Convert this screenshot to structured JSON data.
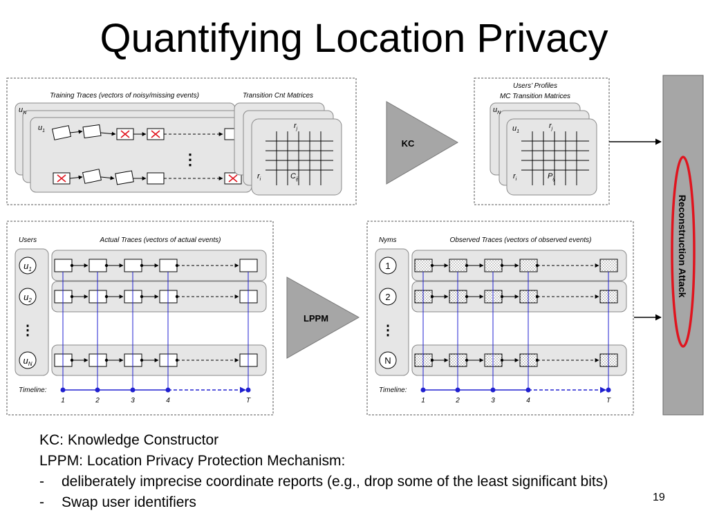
{
  "slide": {
    "title": "Quantifying Location Privacy",
    "page_number": "19"
  },
  "top_left_panel": {
    "caption_traces": "Training Traces (vectors of noisy/missing events)",
    "caption_matrices": "Transition Cnt Matrices",
    "stack_back_label": "u",
    "stack_back_sub": "N",
    "stack_front_label": "u",
    "stack_front_sub": "1",
    "ellipsis": "⋮",
    "matrix_col_label": "r",
    "matrix_col_sub": "j",
    "matrix_row_label": "r",
    "matrix_row_sub": "i",
    "matrix_cell_label": "C",
    "matrix_cell_sub": "ij"
  },
  "kc_triangle": {
    "label": "KC"
  },
  "profiles_panel": {
    "caption_line1": "Users’ Profiles",
    "caption_line2": "MC Transition Matrices",
    "stack_back_label": "u",
    "stack_back_sub": "N",
    "stack_front_label": "u",
    "stack_front_sub": "1",
    "matrix_col_label": "r",
    "matrix_col_sub": "j",
    "matrix_row_label": "r",
    "matrix_row_sub": "i",
    "matrix_cell_label": "P",
    "matrix_cell_sub": "ij"
  },
  "actual_panel": {
    "caption_left": "Users",
    "caption_main": "Actual Traces (vectors of actual events)",
    "rows": [
      {
        "label": "u",
        "sub": "1"
      },
      {
        "label": "u",
        "sub": "2"
      },
      {
        "label": "u",
        "sub": "N"
      }
    ],
    "ellipsis": "⋮",
    "timeline_label": "Timeline:",
    "ticks": [
      "1",
      "2",
      "3",
      "4",
      "T"
    ]
  },
  "lppm_triangle": {
    "label": "LPPM"
  },
  "observed_panel": {
    "caption_left": "Nyms",
    "caption_main": "Observed Traces (vectors of observed events)",
    "rows": [
      {
        "label": "1",
        "sub": ""
      },
      {
        "label": "2",
        "sub": ""
      },
      {
        "label": "N",
        "sub": ""
      }
    ],
    "ellipsis": "⋮",
    "timeline_label": "Timeline:",
    "ticks": [
      "1",
      "2",
      "3",
      "4",
      "T"
    ]
  },
  "attack_bar": {
    "label": "Reconstruction Attack"
  },
  "notes": {
    "line1": "KC: Knowledge Constructor",
    "line2": "LPPM: Location Privacy Protection Mechanism:",
    "bullets": [
      {
        "dash": "-",
        "text": "deliberately imprecise coordinate reports (e.g., drop some of the least significant bits)"
      },
      {
        "dash": "-",
        "text": "Swap user identifiers"
      }
    ]
  },
  "colors": {
    "panel_fill": "#e6e6e6",
    "timeline_blue": "#2020d0",
    "attack_bar_fill": "#a6a6a6",
    "triangle_fill": "#a6a6a6",
    "highlight_red": "#e0141e",
    "missing_x": "#e0141e"
  }
}
